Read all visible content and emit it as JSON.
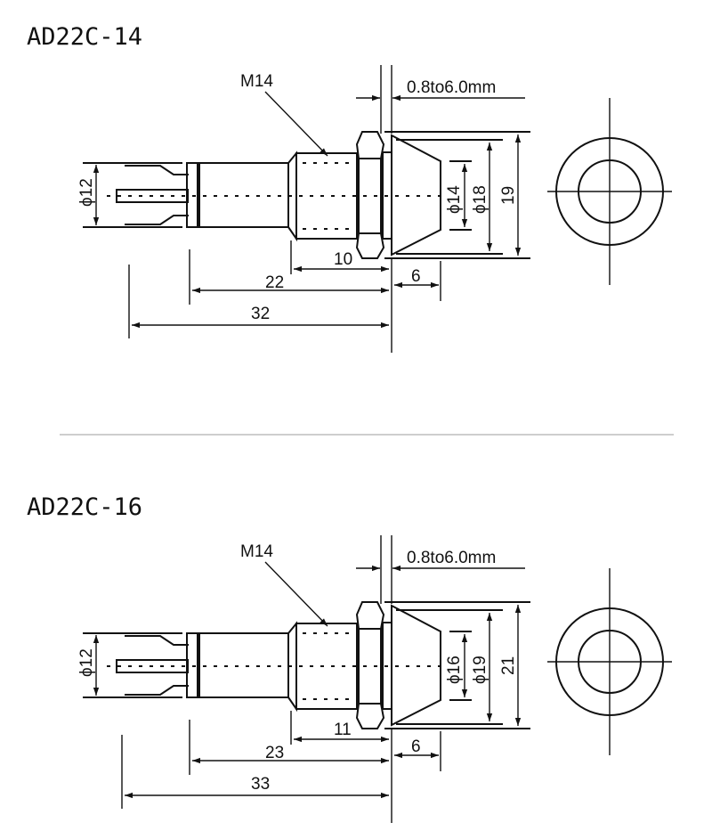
{
  "diagrams": [
    {
      "title": "AD22C-14",
      "thread": "M14",
      "panel_thickness": "0.8to6.0mm",
      "body_diameter": "ϕ12",
      "lens_diameter": "ϕ14",
      "bezel_diameter": "ϕ18",
      "nut_height": "19",
      "thread_length": "10",
      "bezel_depth": "6",
      "body_length": "22",
      "overall_length": "32"
    },
    {
      "title": "AD22C-16",
      "thread": "M14",
      "panel_thickness": "0.8to6.0mm",
      "body_diameter": "ϕ12",
      "lens_diameter": "ϕ16",
      "bezel_diameter": "ϕ19",
      "nut_height": "21",
      "thread_length": "11",
      "bezel_depth": "6",
      "body_length": "23",
      "overall_length": "33"
    }
  ],
  "colors": {
    "line": "#111111",
    "separator": "#b0b0b0"
  }
}
